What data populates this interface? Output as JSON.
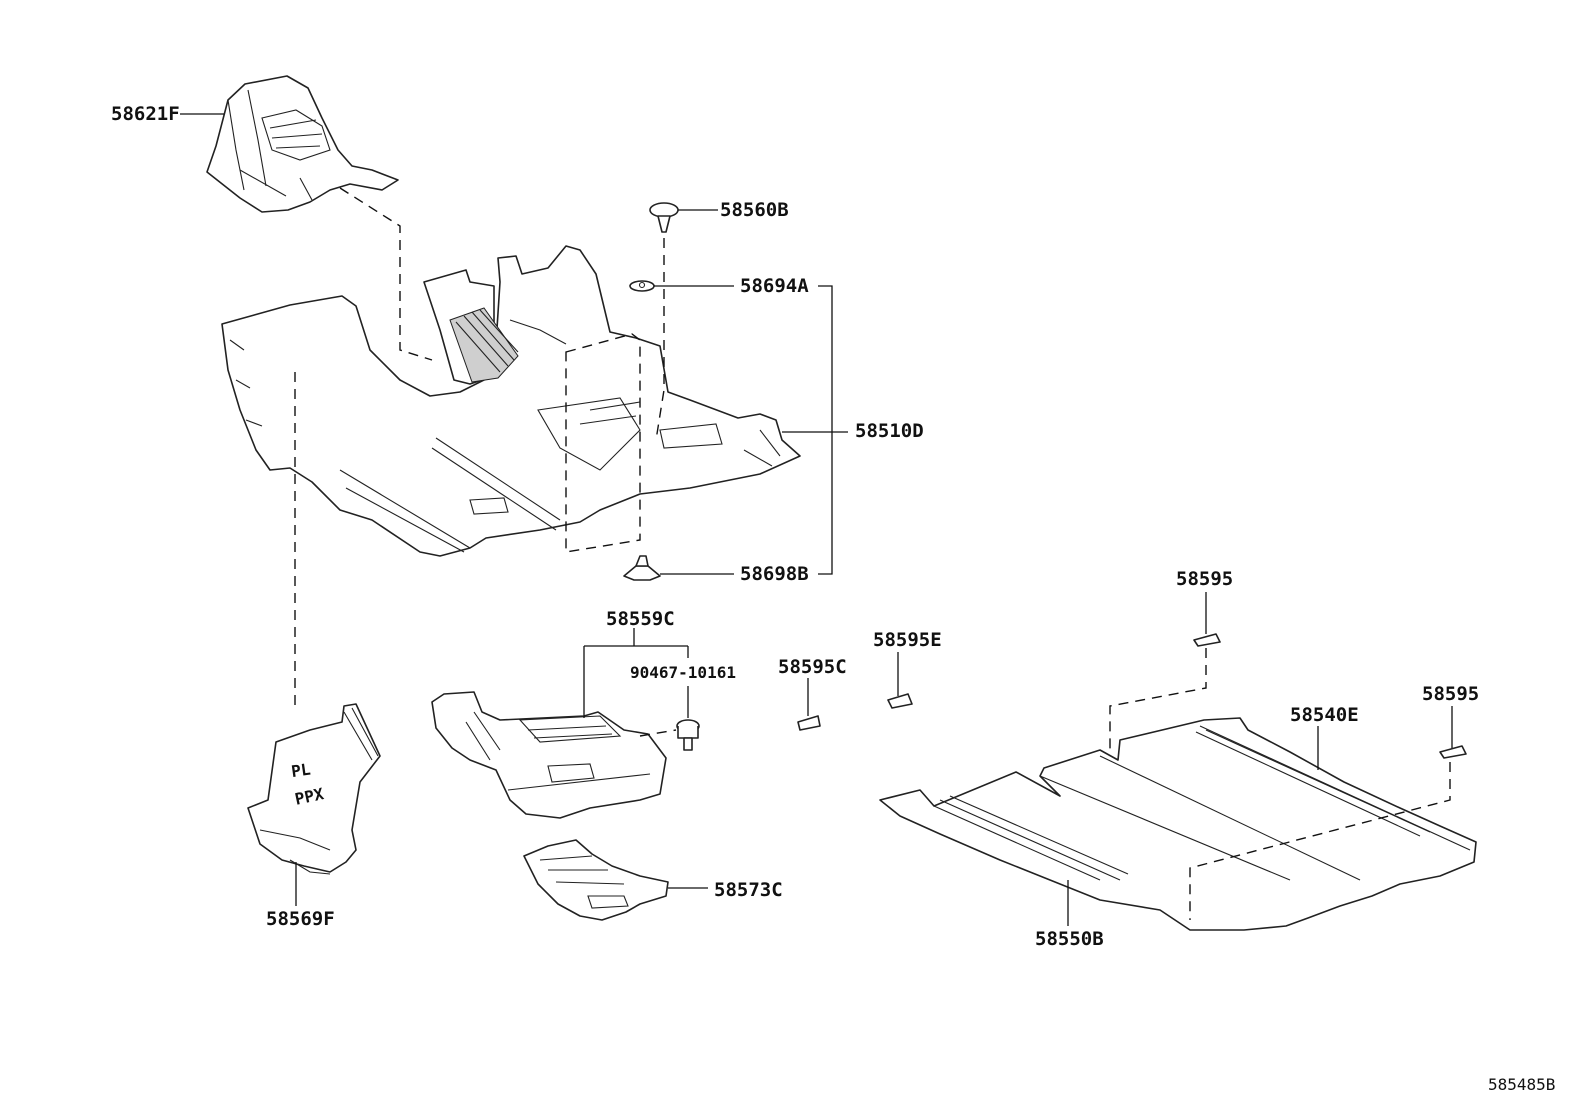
{
  "diagram_id": "585485B",
  "callouts": {
    "c58621F": "58621F",
    "c58560B": "58560B",
    "c58694A": "58694A",
    "c58510D": "58510D",
    "c58698B": "58698B",
    "c58559C": "58559C",
    "c90467": "90467-10161",
    "c58595C": "58595C",
    "c58595E": "58595E",
    "c58595a": "58595",
    "c58595b": "58595",
    "c58540E": "58540E",
    "c58569F": "58569F",
    "c58573C": "58573C",
    "c58550B": "58550B"
  },
  "markings": {
    "pl": "PL",
    "ppx": "PPX"
  }
}
